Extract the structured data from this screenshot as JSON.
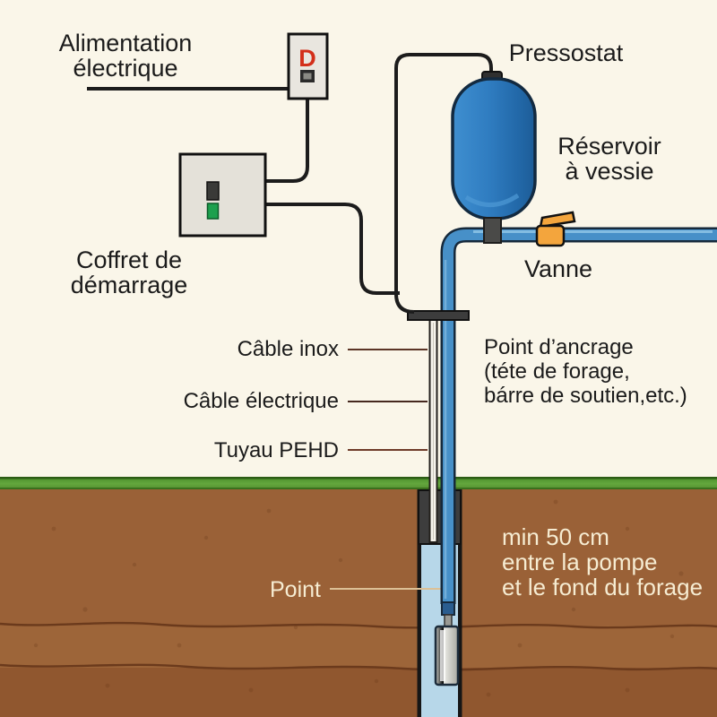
{
  "labels": {
    "alimentation": {
      "line1": "Alimentation",
      "line2": "électrique"
    },
    "coffret": {
      "line1": "Coffret de",
      "line2": "démarrage"
    },
    "pressostat": "Pressostat",
    "reservoir": {
      "line1": "Réservoir",
      "line2": "à vessie"
    },
    "vanne": "Vanne",
    "cable_inox": "Câble inox",
    "cable_electrique": "Câble électrique",
    "tuyau_pehd": "Tuyau PEHD",
    "point_ancrage": {
      "line1": "Point d’ancrage",
      "line2": "(téte de forage,",
      "line3": "bárre de soutien,etc.)"
    },
    "point": "Point",
    "min50": {
      "line1": "min 50 cm",
      "line2": "entre la pompe",
      "line3": "et le fond du forage"
    },
    "d_marker": "D"
  },
  "colors": {
    "background": "#faf6e9",
    "tank_blue": "#2f7cc0",
    "pipe_blue": "#4790c8",
    "pipe_highlight": "#8ac2e4",
    "valve_orange": "#f3a53d",
    "grass_green": "#63a73d",
    "soil_brown": "#9a6137",
    "strata_brown": "#6b3a1c",
    "well_water": "#b7d7e9",
    "casing_dark": "#3d3d3d",
    "wire_black": "#1c1c1c",
    "d_red": "#d32f1a",
    "led_green": "#1da04e",
    "soil_text": "#f6ecd2"
  }
}
